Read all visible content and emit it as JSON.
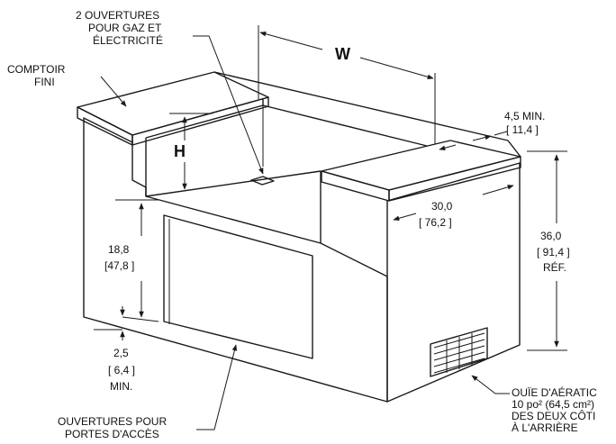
{
  "labels": {
    "openings_gas_1": "2 OUVERTURES",
    "openings_gas_2": "POUR GAZ ET",
    "openings_gas_3": "ÉLECTRICITÉ",
    "counter_1": "COMPTOIR",
    "counter_2": "FINI",
    "width": "W",
    "height": "H",
    "rear_min_1": "4,5   MIN.",
    "rear_min_2": "[ 11,4 ]",
    "depth_1": "30,0",
    "depth_2": "[ 76,2 ]",
    "total_h_1": "36,0",
    "total_h_2": "[ 91,4 ]",
    "total_h_3": "RÉF.",
    "opening_h_1": "18,8",
    "opening_h_2": "[47,8 ]",
    "base_1": "2,5",
    "base_2": "[ 6,4 ]",
    "base_3": "MIN.",
    "access_1": "OUVERTURES POUR",
    "access_2": "PORTES D'ACCÈS",
    "vent_1": "OUÏE D'AÉRATIC",
    "vent_2": "10 po² (64,5 cm²)",
    "vent_3": "DES DEUX CÔTI",
    "vent_4": "À L'ARRIÈRE"
  }
}
